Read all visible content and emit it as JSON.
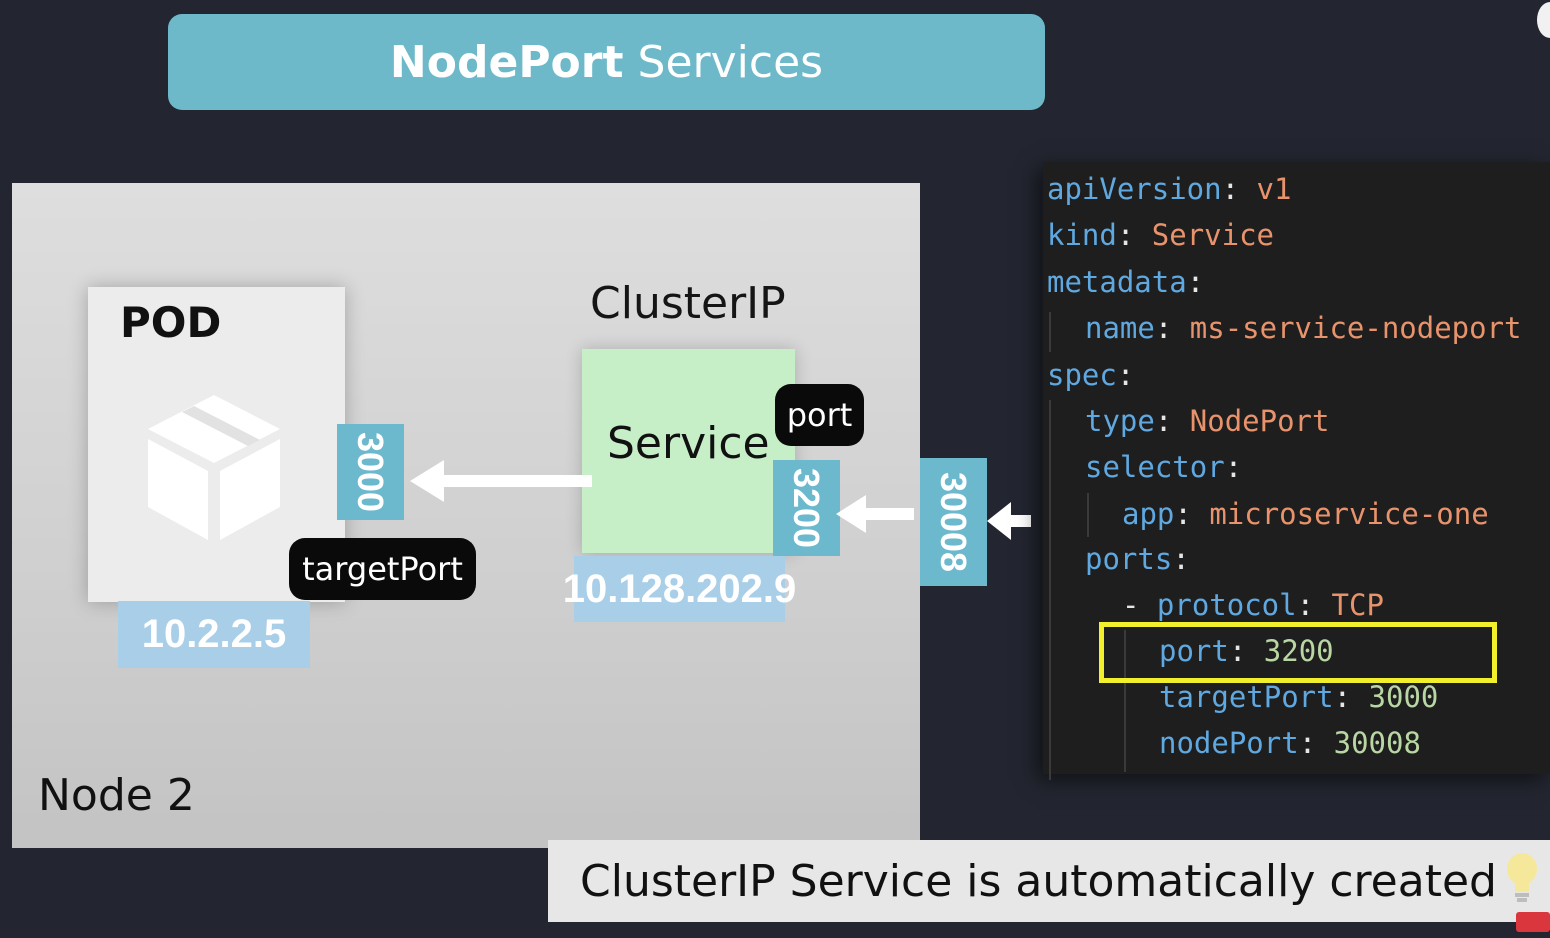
{
  "header": {
    "title_bold": "NodePort",
    "title_rest": "Services"
  },
  "node": {
    "label": "Node 2"
  },
  "pod": {
    "label": "POD",
    "ip": "10.2.2.5",
    "target_port": "3000",
    "target_port_label": "targetPort"
  },
  "service": {
    "heading": "ClusterIP",
    "label": "Service",
    "ip": "10.128.202.9",
    "port": "3200",
    "port_label": "port"
  },
  "node_port": "30008",
  "yaml": {
    "lines": [
      {
        "key": "apiVersion",
        "value": "v1"
      },
      {
        "key": "kind",
        "value": "Service"
      },
      {
        "key": "metadata",
        "value": ""
      },
      {
        "key": "name",
        "value": "ms-service-nodeport"
      },
      {
        "key": "spec",
        "value": ""
      },
      {
        "key": "type",
        "value": "NodePort"
      },
      {
        "key": "selector",
        "value": ""
      },
      {
        "key": "app",
        "value": "microservice-one"
      },
      {
        "key": "ports",
        "value": ""
      },
      {
        "prefix": "- ",
        "key": "protocol",
        "value": "TCP"
      },
      {
        "key": "port",
        "value": "3200"
      },
      {
        "key": "targetPort",
        "value": "3000"
      },
      {
        "key": "nodePort",
        "value": "30008"
      }
    ],
    "colon": ":"
  },
  "caption": {
    "text": "ClusterIP Service is automatically created"
  },
  "colors": {
    "banner": "#6db9c9",
    "port_tag": "#6cb8cd",
    "ip_tag": "#a9cfe8",
    "service_fill": "#c7efc7",
    "yaml_key": "#5fa8e0",
    "yaml_string": "#e8936b",
    "yaml_number": "#b8d7a3",
    "highlight": "#f2ef2d"
  }
}
